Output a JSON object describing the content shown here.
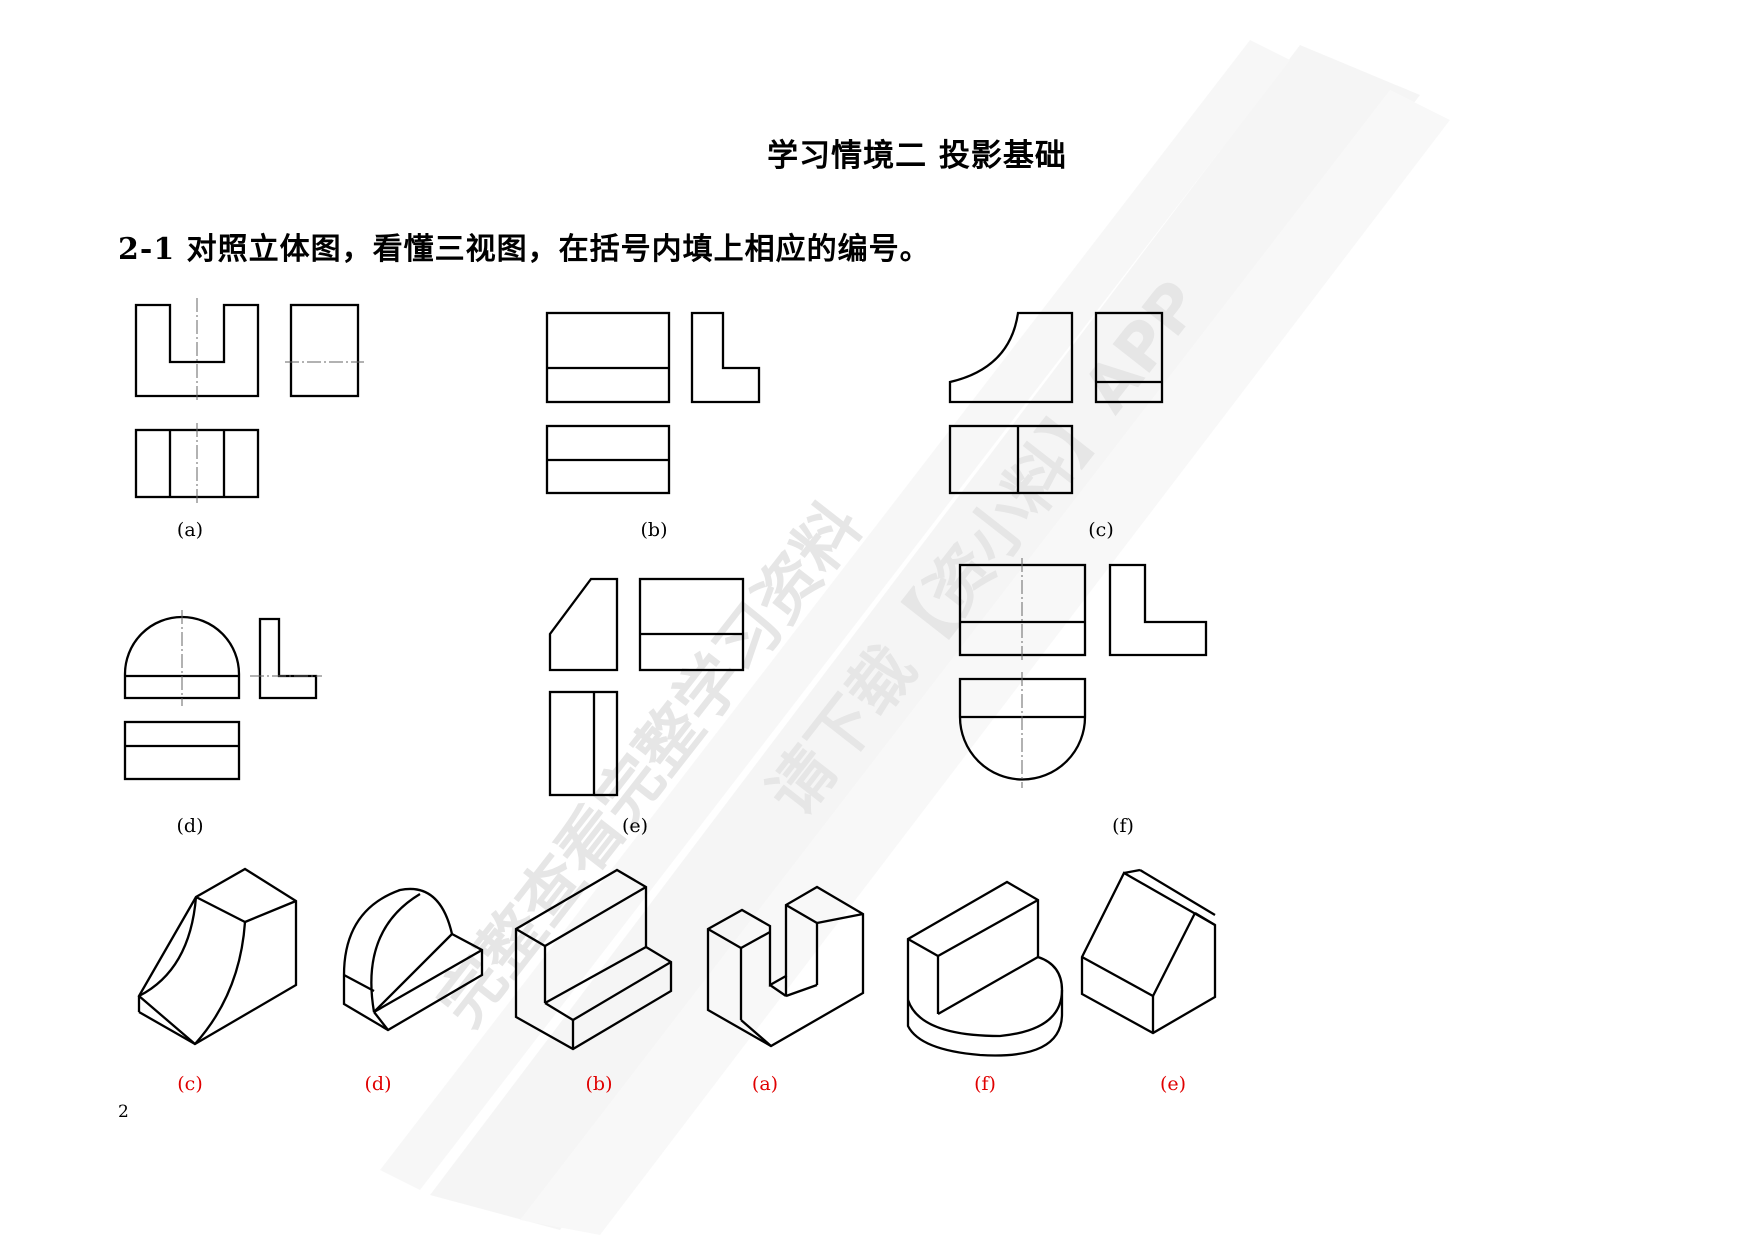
{
  "page": {
    "title": "学习情境二    投影基础",
    "question": "2-1 对照立体图，看懂三视图，在括号内填上相应的编号。",
    "page_number": "2"
  },
  "views": {
    "labels": [
      "(a)",
      "(b)",
      "(c)",
      "(d)",
      "(e)",
      "(f)"
    ]
  },
  "isometric": {
    "answer_labels": [
      "(c)",
      "(d)",
      "(b)",
      "(a)",
      "(f)",
      "(e)"
    ],
    "answer_color": "#e00000"
  },
  "watermark": {
    "line1": "完整查看完整学习资料",
    "line2": "请下载【资小料】APP",
    "color": "#ececec"
  }
}
